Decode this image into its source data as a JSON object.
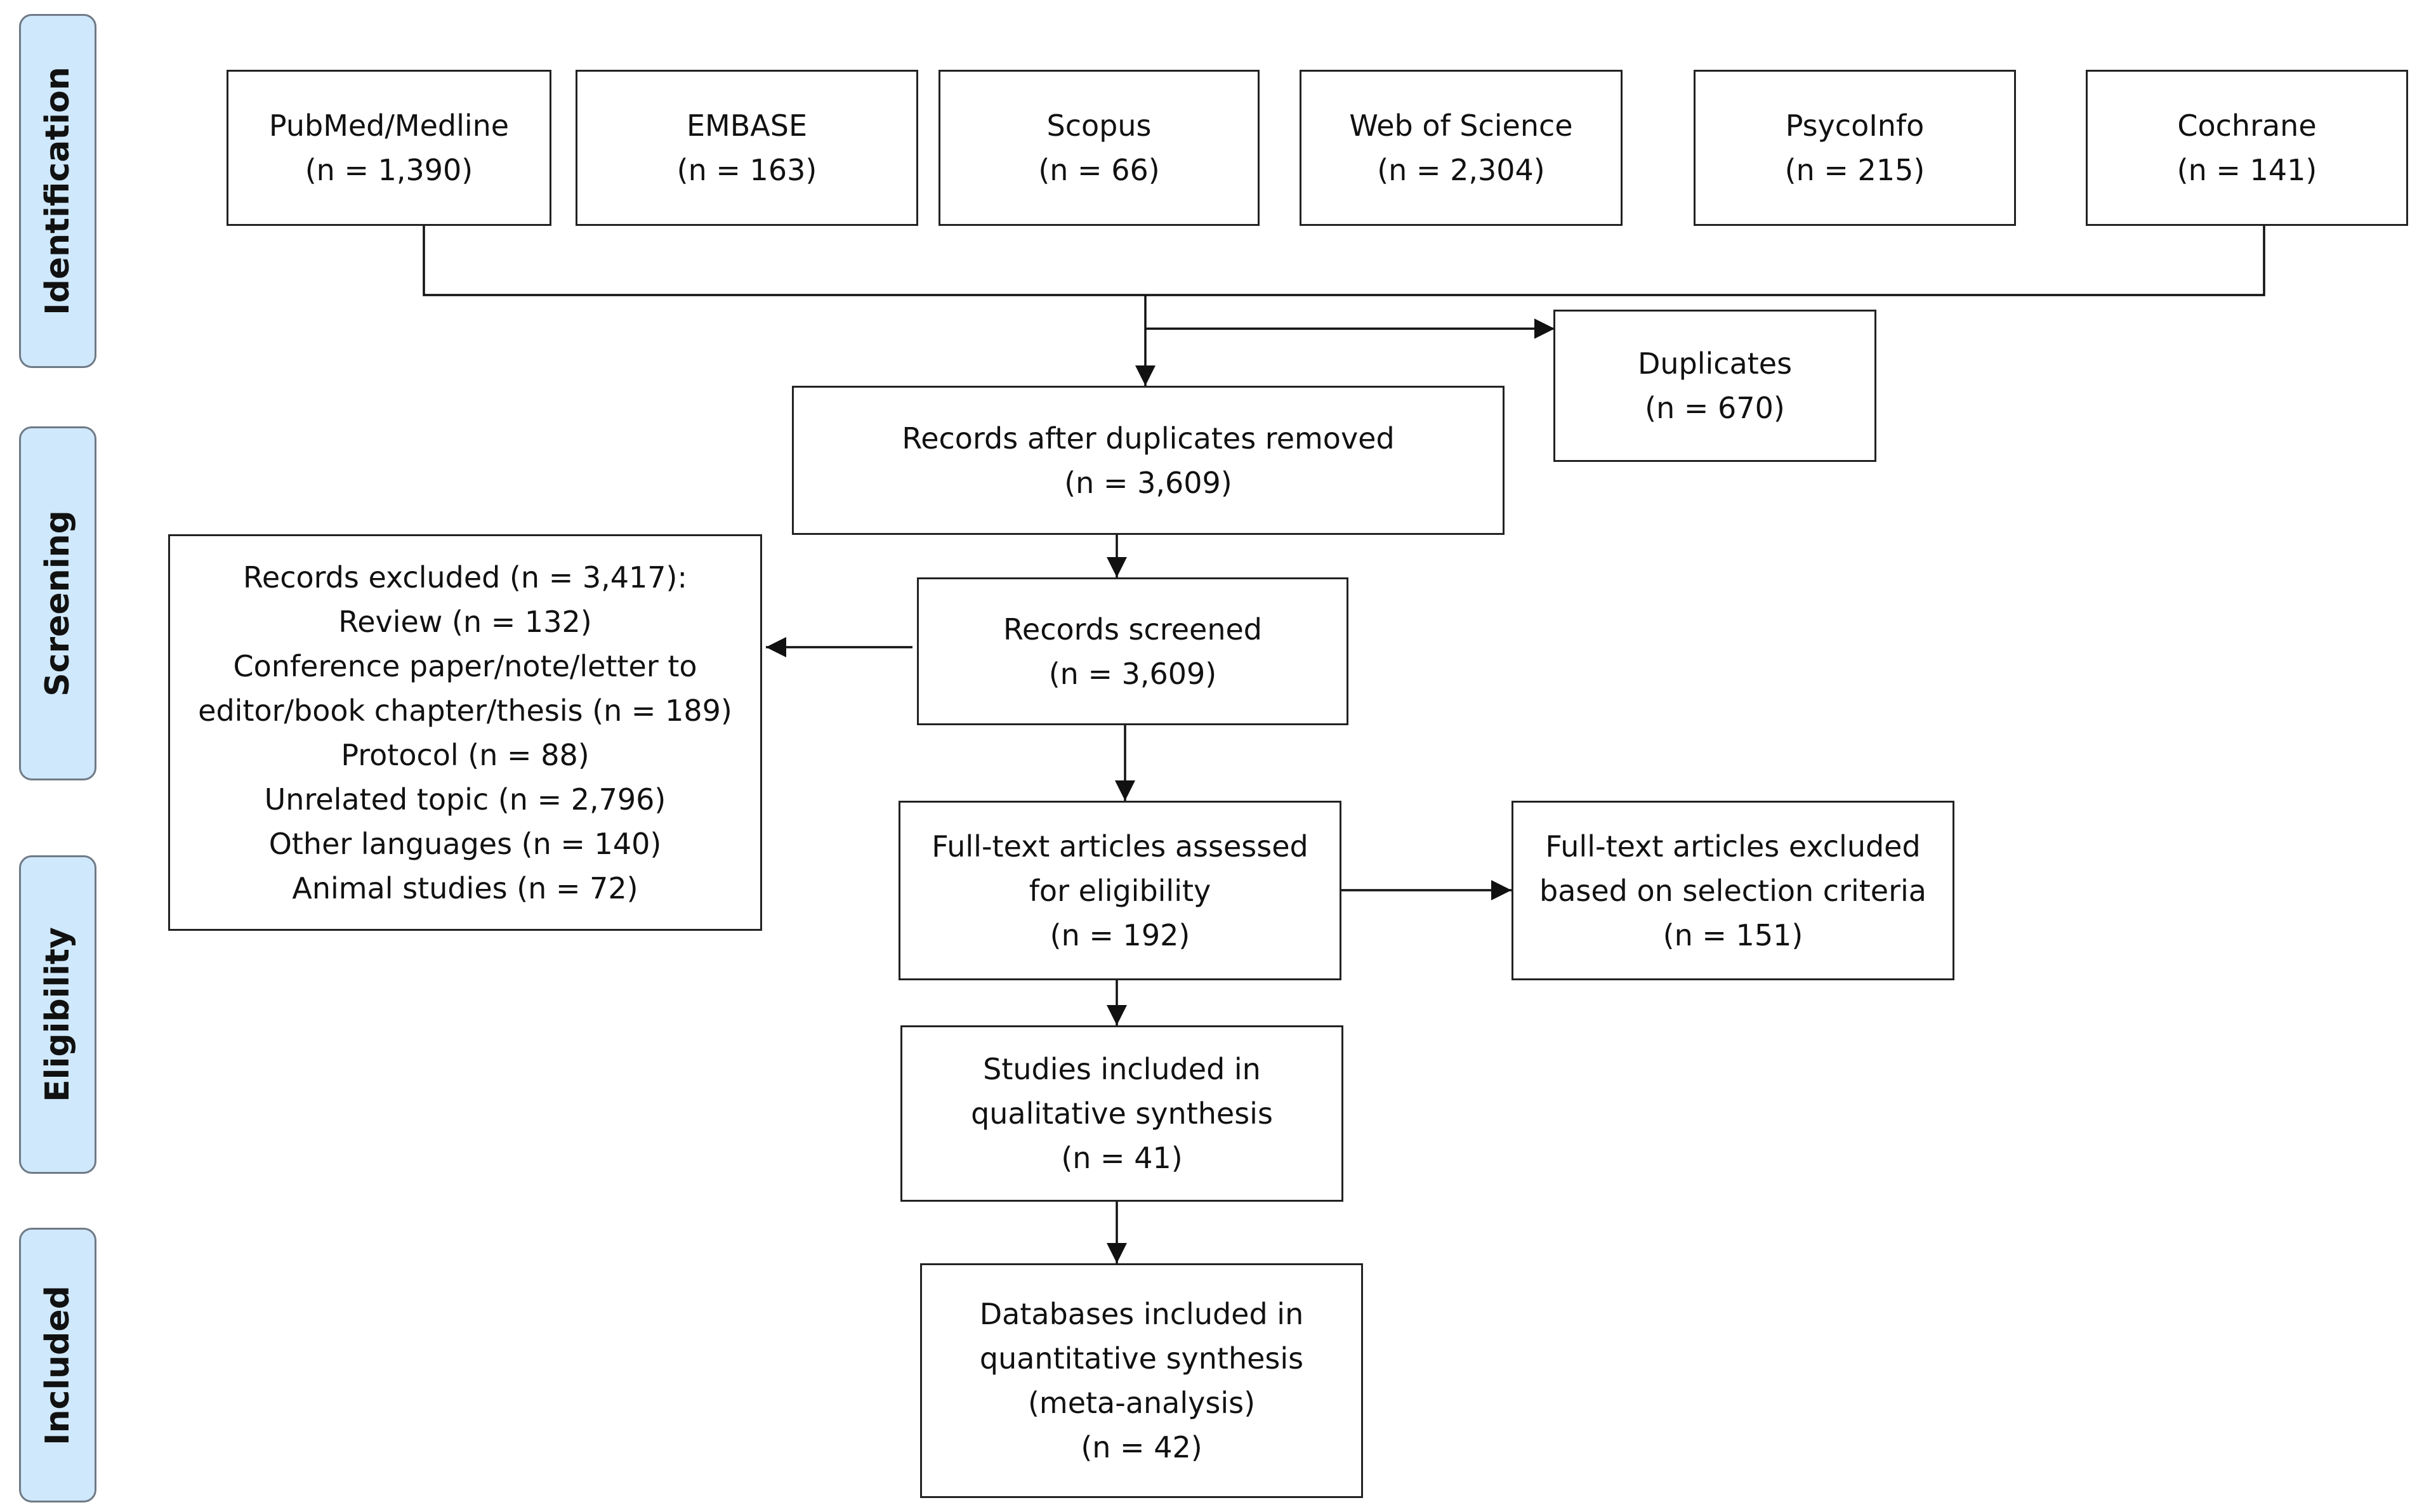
{
  "stages": {
    "identification": "Identification",
    "screening": "Screening",
    "eligibility": "Eligibility",
    "included": "Included"
  },
  "sources": {
    "pubmed": {
      "name": "PubMed/Medline",
      "count": "(n = 1,390)"
    },
    "embase": {
      "name": "EMBASE",
      "count": "(n = 163)"
    },
    "scopus": {
      "name": "Scopus",
      "count": "(n = 66)"
    },
    "wos": {
      "name": "Web of Science",
      "count": "(n = 2,304)"
    },
    "psycinfo": {
      "name": "PsycoInfo",
      "count": "(n = 215)"
    },
    "cochrane": {
      "name": "Cochrane",
      "count": "(n = 141)"
    }
  },
  "duplicates": {
    "label": "Duplicates",
    "count": "(n = 670)"
  },
  "after_duplicates": {
    "label": "Records after duplicates removed",
    "count": "(n = 3,609)"
  },
  "screened": {
    "label": "Records screened",
    "count": "(n = 3,609)"
  },
  "excluded_records": {
    "lines": [
      "Records excluded (n = 3,417):",
      "Review (n = 132)",
      "Conference paper/note/letter to",
      "editor/book chapter/thesis (n = 189)",
      "Protocol (n = 88)",
      "Unrelated topic (n = 2,796)",
      "Other languages (n = 140)",
      "Animal studies (n = 72)"
    ]
  },
  "fulltext_assessed": {
    "line1": "Full-text articles assessed",
    "line2": "for eligibility",
    "count": "(n = 192)"
  },
  "fulltext_excluded": {
    "line1": "Full-text articles excluded",
    "line2": "based on selection criteria",
    "count": "(n = 151)"
  },
  "qualitative": {
    "line1": "Studies included in",
    "line2": "qualitative synthesis",
    "count": "(n = 41)"
  },
  "quantitative": {
    "line1": "Databases included in",
    "line2": "quantitative synthesis",
    "line3": "(meta-analysis)",
    "count": "(n = 42)"
  }
}
